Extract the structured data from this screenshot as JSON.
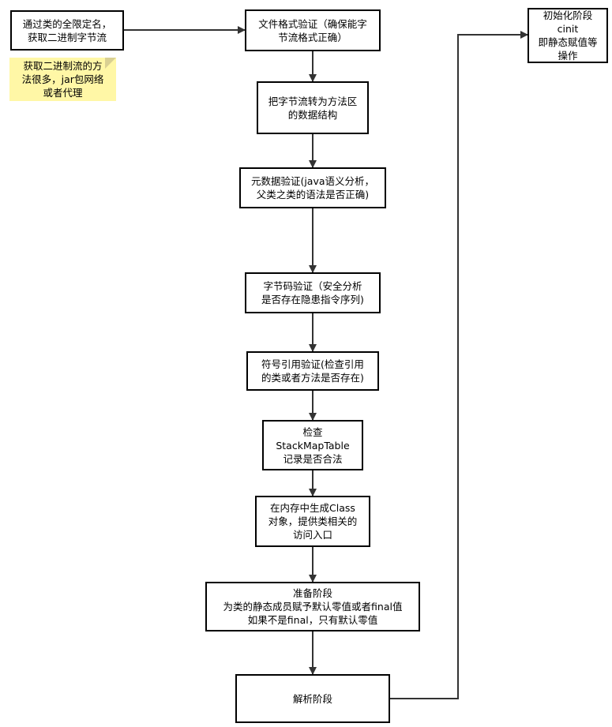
{
  "nodes": {
    "source": "通过类的全限定名，\n获取二进制字节流",
    "note": "获取二进制流的方\n法很多，jar包网络\n或者代理",
    "format_verify": "文件格式验证（确保能字\n节流格式正确）",
    "method_area": "把字节流转为方法区\n的数据结构",
    "metadata_verify": "元数据验证(java语义分析，\n父类之类的语法是否正确)",
    "bytecode_verify": "字节码验证（安全分析\n是否存在隐患指令序列)",
    "symbol_verify": "符号引用验证(检查引用\n的类或者方法是否存在)",
    "stackmap_check": "检查\nStackMapTable\n记录是否合法",
    "class_object": "在内存中生成Class\n对象，提供类相关的\n访问入口",
    "prepare": "准备阶段\n为类的静态成员赋予默认零值或者final值\n如果不是final，只有默认零值",
    "resolve": "解析阶段",
    "init": "初始化阶段\ncinit\n即静态赋值等\n操作"
  },
  "colors": {
    "box_border": "#000000",
    "note_fill": "#fff7a6",
    "edge": "#333333"
  }
}
